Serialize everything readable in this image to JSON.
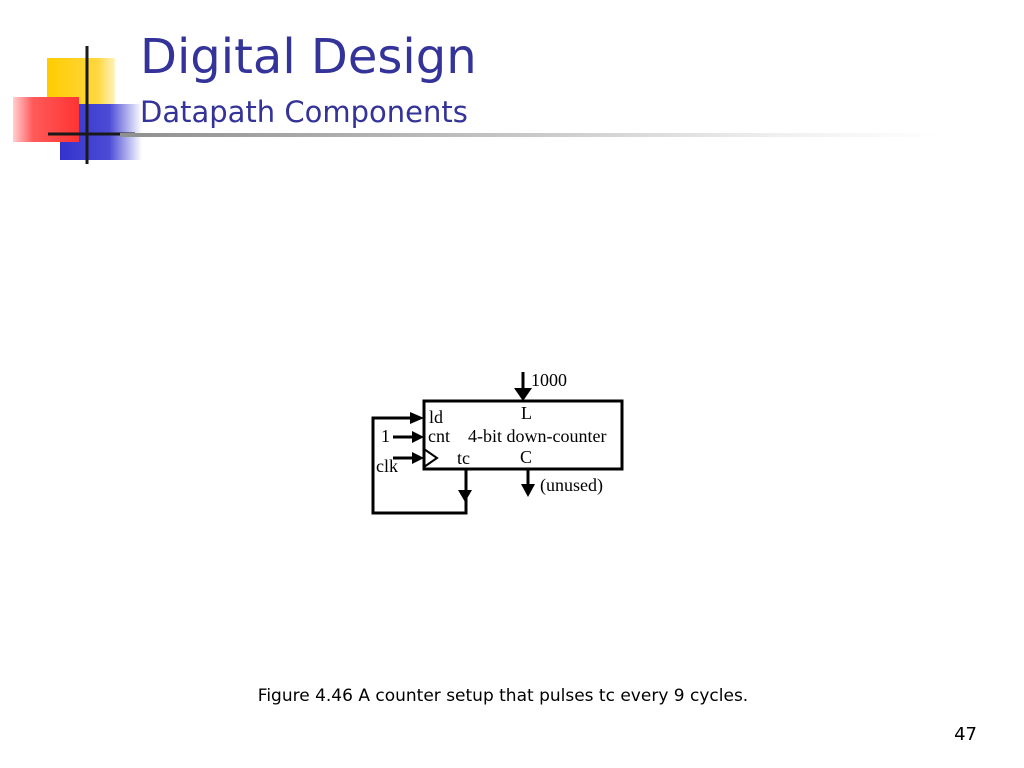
{
  "slide": {
    "title": "Digital Design",
    "subtitle": "Datapath Components",
    "caption": "Figure 4.46 A counter setup that pulses tc every 9 cycles.",
    "page_number": "47"
  },
  "diagram": {
    "block_label": "4-bit down-counter",
    "ports": {
      "ld": "ld",
      "cnt": "cnt",
      "tc": "tc",
      "L": "L",
      "C": "C"
    },
    "signals": {
      "load_value": "1000",
      "cnt_input": "1",
      "clock": "clk",
      "output_note": "(unused)"
    }
  },
  "colors": {
    "title": "#333399",
    "deco_yellow": "#ffcc00",
    "deco_red": "#ff3333",
    "deco_blue": "#3333cc"
  }
}
